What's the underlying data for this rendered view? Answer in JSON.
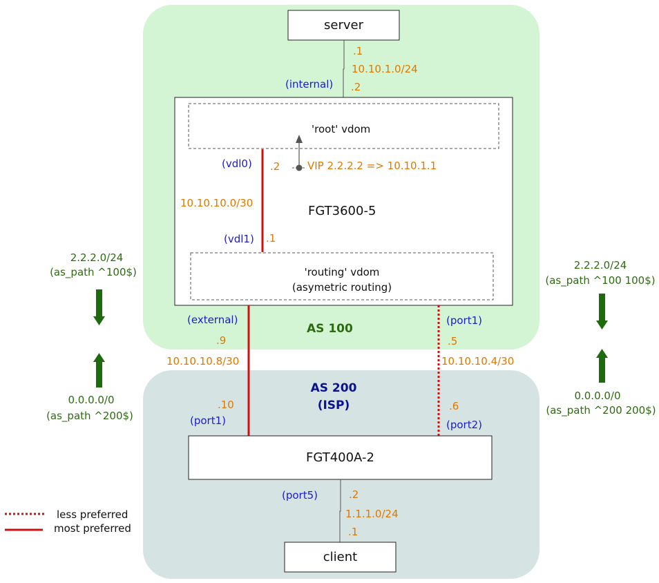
{
  "colors": {
    "as100_bg": "#d4f5d4",
    "as200_bg": "#d6e3e3",
    "link_red": "#cc1111",
    "arrow_green": "#1e6b0e",
    "orange_text": "#e07800",
    "blue_text": "#1a1ad6",
    "green_text": "#2d6b12",
    "navy_text": "#0a128f"
  },
  "zones": {
    "as100": {
      "label": "AS 100"
    },
    "as200": {
      "label_line1": "AS 200",
      "label_line2": "(ISP)"
    }
  },
  "devices": {
    "server": "server",
    "client": "client",
    "fgt3600": "FGT3600-5",
    "fgt400a": "FGT400A-2",
    "root_vdom": "'root' vdom",
    "routing_vdom_line1": "'routing' vdom",
    "routing_vdom_line2": "(asymetric routing)"
  },
  "interfaces": {
    "internal": "(internal)",
    "vdl0": "(vdl0)",
    "vdl1": "(vdl1)",
    "external": "(external)",
    "port1_fgt3600": "(port1)",
    "port1_fgt400": "(port1)",
    "port2": "(port2)",
    "port5": "(port5)"
  },
  "addresses": {
    "server_host": ".1",
    "server_subnet": "10.10.1.0/24",
    "internal_host": ".2",
    "vdl0_host": ".2",
    "vdl_subnet": "10.10.10.0/30",
    "vdl1_host": ".1",
    "vip": "VIP 2.2.2.2 => 10.10.1.1",
    "external_host": ".9",
    "external_subnet": "10.10.10.8/30",
    "isp_port1_host": ".10",
    "port1_host": ".5",
    "port1_subnet": "10.10.10.4/30",
    "port2_host": ".6",
    "port5_host": ".2",
    "client_subnet": "1.1.1.0/24",
    "client_host": ".1"
  },
  "routes": {
    "left_down_line1": "2.2.2.0/24",
    "left_down_line2": "(as_path ^100$)",
    "left_up_line1": "0.0.0.0/0",
    "left_up_line2": "(as_path ^200$)",
    "right_down_line1": "2.2.2.0/24",
    "right_down_line2": "(as_path ^100 100$)",
    "right_up_line1": "0.0.0.0/0",
    "right_up_line2": "(as_path ^200 200$)"
  },
  "legend": [
    {
      "style": "dotted",
      "label": "less preferred"
    },
    {
      "style": "solid",
      "label": "most preferred"
    }
  ]
}
